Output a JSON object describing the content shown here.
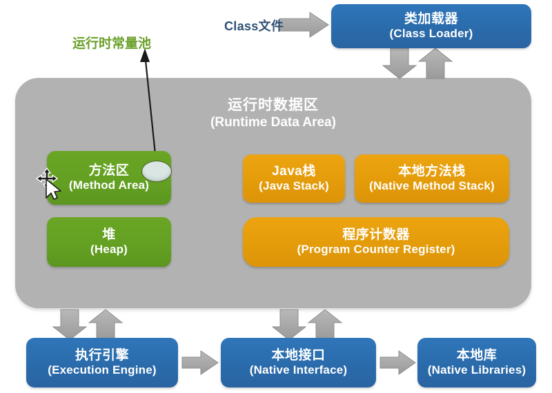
{
  "diagram": {
    "title_cn": "运行时数据区",
    "title_en": "(Runtime Data Area)",
    "class_file_label": "Class文件",
    "runtime_constant_pool_label": "运行时常量池",
    "colors": {
      "blue": "#2a6bab",
      "green": "#63a022",
      "orange": "#e39b0a",
      "panel_gray": "#b2b2b2",
      "arrow_gray": "#a6a6a6",
      "green_text": "#6aa02a",
      "class_file_text": "#2f4f73"
    }
  },
  "boxes": {
    "class_loader": {
      "cn": "类加载器",
      "en": "(Class Loader)"
    },
    "method_area": {
      "cn": "方法区",
      "en": "(Method Area)"
    },
    "java_stack": {
      "cn": "Java栈",
      "en": "(Java Stack)"
    },
    "native_method_stack": {
      "cn": "本地方法栈",
      "en": "(Native Method Stack)"
    },
    "heap": {
      "cn": "堆",
      "en": "(Heap)"
    },
    "program_counter": {
      "cn": "程序计数器",
      "en": "(Program Counter Register)"
    },
    "execution_engine": {
      "cn": "执行引擎",
      "en": "(Execution Engine)"
    },
    "native_interface": {
      "cn": "本地接口",
      "en": "(Native Interface)"
    },
    "native_libraries": {
      "cn": "本地库",
      "en": "(Native Libraries)"
    }
  },
  "icons": {
    "cursor": "move-cursor-icon",
    "pool_marker": "ellipse-marker-icon"
  }
}
